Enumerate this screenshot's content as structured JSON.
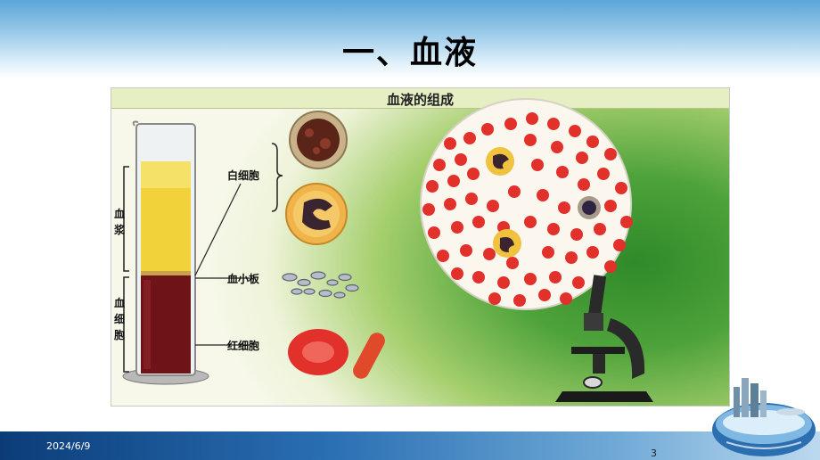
{
  "slide": {
    "title": "一、血液",
    "date": "2024/6/9",
    "page_number": "3"
  },
  "figure": {
    "title": "血液的组成",
    "labels": {
      "plasma": "血浆",
      "blood_cells": "血细胞",
      "white_cells": "白细胞",
      "platelets": "血小板",
      "red_cells": "红细胞"
    }
  },
  "colors": {
    "header_blue": "#5aa6d8",
    "footer_blue": "#0b3c78",
    "plasma_yellow": "#f2d23a",
    "blood_red": "#6e1418",
    "rbc_red": "#e2302a",
    "figure_green": "#4ea23a"
  }
}
